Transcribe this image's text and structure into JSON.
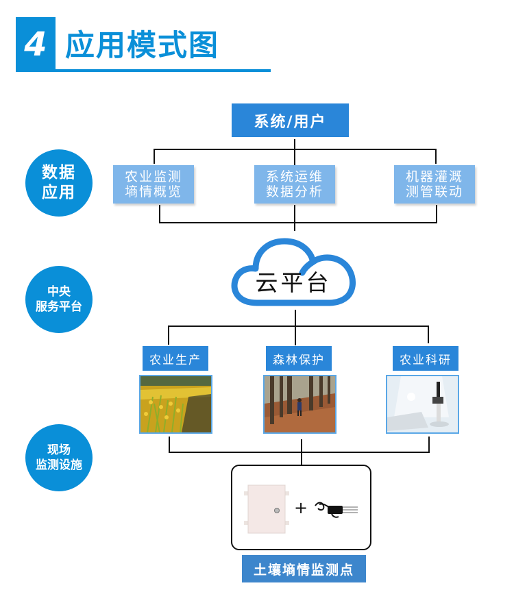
{
  "header": {
    "number": "4",
    "title": "应用模式图"
  },
  "colors": {
    "accent": "#0a8fd8",
    "box_dark": "#2a86d9",
    "box_light": "#7fb6ea",
    "line": "#111111"
  },
  "side_labels": [
    {
      "lines": [
        "数据",
        "应用"
      ]
    },
    {
      "lines": [
        "中央",
        "服务平台"
      ]
    },
    {
      "lines": [
        "现场",
        "监测设施"
      ]
    }
  ],
  "top_node": {
    "label": "系统/用户"
  },
  "data_apps": [
    {
      "lines": [
        "农业监测",
        "墒情概览"
      ]
    },
    {
      "lines": [
        "系统运维",
        "数据分析"
      ]
    },
    {
      "lines": [
        "机器灌溉",
        "测管联动"
      ]
    }
  ],
  "cloud": {
    "label": "云平台",
    "icon": "cloud-icon"
  },
  "scenarios": [
    {
      "label": "农业生产",
      "image": "rice-field-photo"
    },
    {
      "label": "森林保护",
      "image": "forest-walk-photo"
    },
    {
      "label": "农业科研",
      "image": "lab-microscope-photo"
    }
  ],
  "device": {
    "plus": "+",
    "left_item": "enclosure-box",
    "right_item": "soil-sensor-probe",
    "label": "土壤墒情监测点"
  }
}
